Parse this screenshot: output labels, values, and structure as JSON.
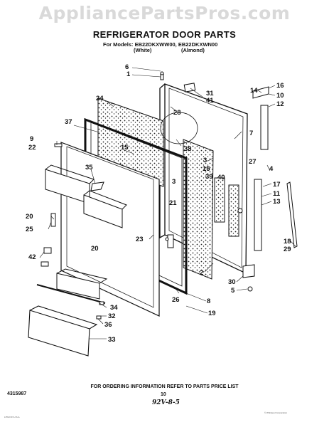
{
  "watermark": "AppliancePartsPros.com",
  "title": "REFRIGERATOR DOOR PARTS",
  "models_line": "For Models: EB22DKXWW00, EB22DKXWN00",
  "color_white": "(White)",
  "color_almond": "(Almond)",
  "footer_note": "FOR ORDERING INFORMATION REFER TO PARTS PRICE LIST",
  "part_number": "4315987",
  "page_number": "10",
  "handwritten_date": "92V-8-5",
  "fine_print_left": "LITHO IN U.S.A.",
  "fine_print_right": "© Whirlpool Corporation",
  "callouts": [
    {
      "id": "c6",
      "text": "6"
    },
    {
      "id": "c1",
      "text": "1"
    },
    {
      "id": "c31",
      "text": "31"
    },
    {
      "id": "c41",
      "text": "41"
    },
    {
      "id": "c14",
      "text": "14"
    },
    {
      "id": "c16",
      "text": "16"
    },
    {
      "id": "c10",
      "text": "10"
    },
    {
      "id": "c12",
      "text": "12"
    },
    {
      "id": "c24",
      "text": "24"
    },
    {
      "id": "c28",
      "text": "28"
    },
    {
      "id": "c37",
      "text": "37"
    },
    {
      "id": "c7",
      "text": "7"
    },
    {
      "id": "c9",
      "text": "9"
    },
    {
      "id": "c22",
      "text": "22"
    },
    {
      "id": "c15a",
      "text": "15"
    },
    {
      "id": "c38",
      "text": "38"
    },
    {
      "id": "c3a",
      "text": "3"
    },
    {
      "id": "c27",
      "text": "27"
    },
    {
      "id": "c35",
      "text": "35"
    },
    {
      "id": "c15b",
      "text": "15"
    },
    {
      "id": "c39",
      "text": "39"
    },
    {
      "id": "c40",
      "text": "40"
    },
    {
      "id": "c3b",
      "text": "3"
    },
    {
      "id": "c4",
      "text": "4"
    },
    {
      "id": "c17",
      "text": "17"
    },
    {
      "id": "c11",
      "text": "11"
    },
    {
      "id": "c13",
      "text": "13"
    },
    {
      "id": "c21",
      "text": "21"
    },
    {
      "id": "c20a",
      "text": "20"
    },
    {
      "id": "c25",
      "text": "25"
    },
    {
      "id": "c20b",
      "text": "20"
    },
    {
      "id": "c23",
      "text": "23"
    },
    {
      "id": "c42",
      "text": "42"
    },
    {
      "id": "c18",
      "text": "18"
    },
    {
      "id": "c29",
      "text": "29"
    },
    {
      "id": "c2",
      "text": "2"
    },
    {
      "id": "c30",
      "text": "30"
    },
    {
      "id": "c5",
      "text": "5"
    },
    {
      "id": "c26",
      "text": "26"
    },
    {
      "id": "c8",
      "text": "8"
    },
    {
      "id": "c34",
      "text": "34"
    },
    {
      "id": "c19",
      "text": "19"
    },
    {
      "id": "c32",
      "text": "32"
    },
    {
      "id": "c36",
      "text": "36"
    },
    {
      "id": "c33",
      "text": "33"
    }
  ]
}
